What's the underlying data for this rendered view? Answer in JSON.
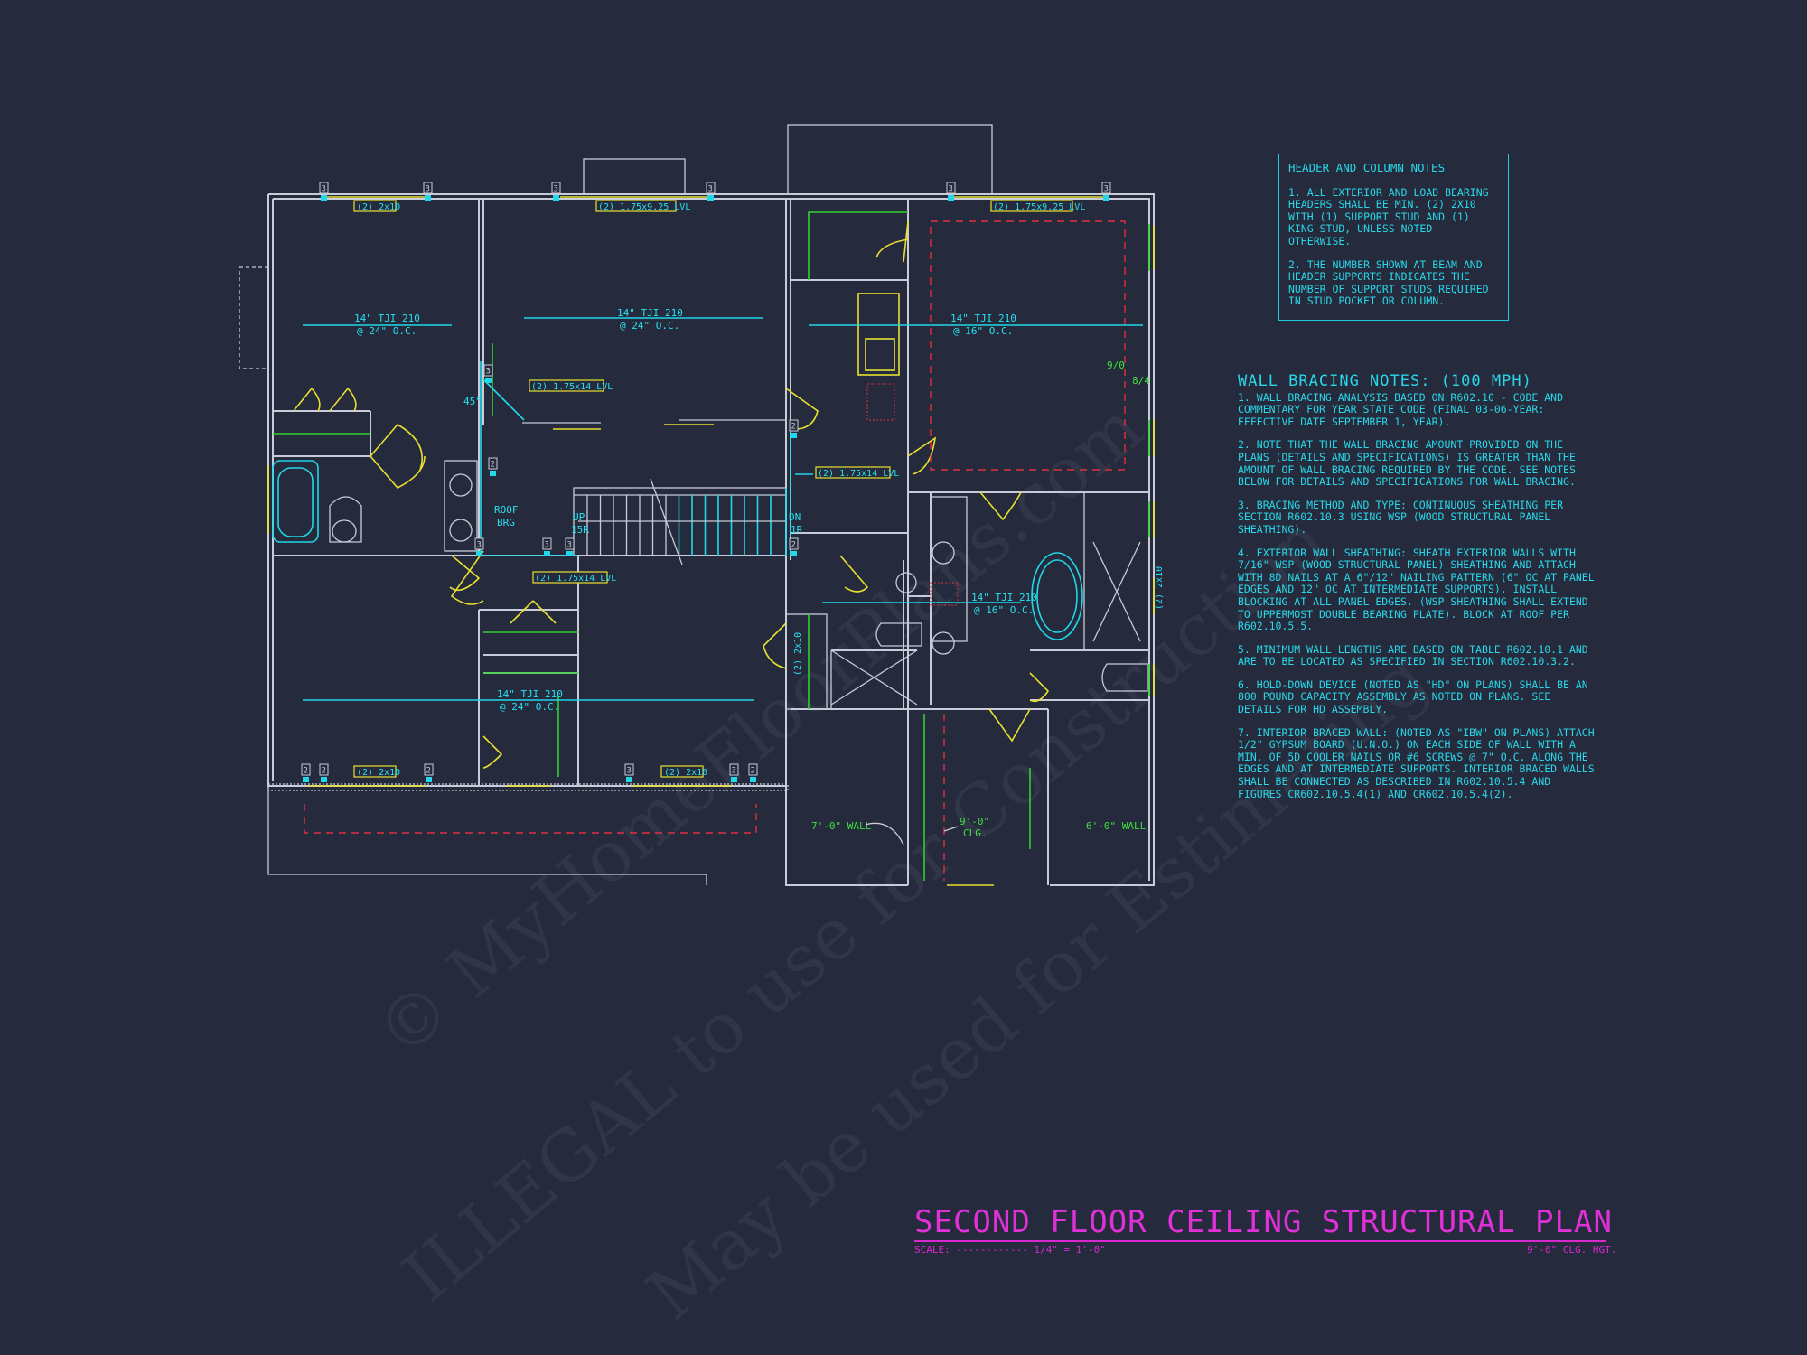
{
  "header_notes": {
    "title": "HEADER AND COLUMN NOTES",
    "items": [
      "1. ALL EXTERIOR AND LOAD BEARING HEADERS SHALL BE MIN. (2) 2x10 WITH (1) SUPPORT STUD AND (1) KING STUD, UNLESS NOTED OTHERWISE.",
      "2. THE NUMBER SHOWN AT BEAM AND HEADER SUPPORTS INDICATES THE NUMBER OF SUPPORT STUDS REQUIRED IN STUD POCKET OR COLUMN."
    ]
  },
  "bracing_notes": {
    "title": "WALL BRACING NOTES: (100 MPH)",
    "items": [
      "1. WALL BRACING ANALYSIS BASED ON R602.10 - CODE AND COMMENTARY FOR YEAR STATE CODE (FINAL 03-06-YEAR: EFFECTIVE DATE SEPTEMBER 1, YEAR).",
      "2. NOTE THAT THE WALL BRACING AMOUNT PROVIDED ON THE PLANS (DETAILS AND SPECIFICATIONS) IS GREATER THAN THE AMOUNT OF WALL BRACING REQUIRED BY THE CODE. SEE NOTES BELOW FOR DETAILS AND SPECIFICATIONS FOR WALL BRACING.",
      "3. BRACING METHOD AND TYPE: CONTINUOUS SHEATHING PER SECTION R602.10.3 USING WSP (WOOD STRUCTURAL PANEL SHEATHING).",
      "4. EXTERIOR WALL SHEATHING: SHEATH EXTERIOR WALLS WITH 7/16\" WSP (WOOD STRUCTURAL PANEL) SHEATHING AND ATTACH WITH 8d NAILS AT A 6\"/12\" NAILING PATTERN (6\" OC AT PANEL EDGES AND 12\" OC AT INTERMEDIATE SUPPORTS). INSTALL BLOCKING AT ALL PANEL EDGES. (WSP SHEATHING SHALL EXTEND TO UPPERMOST DOUBLE BEARING PLATE). BLOCK AT ROOF PER R602.10.5.5.",
      "5. MINIMUM WALL LENGTHS ARE BASED ON TABLE R602.10.1 AND ARE TO BE LOCATED AS SPECIFIED IN SECTION R602.10.3.2.",
      "6. HOLD-DOWN DEVICE (NOTED AS \"HD\" ON PLANS) SHALL BE AN 800 POUND CAPACITY ASSEMBLY AS NOTED ON PLANS. SEE DETAILS FOR HD ASSEMBLY.",
      "7. INTERIOR BRACED WALL: (NOTED AS \"IBW\" ON PLANS) ATTACH 1/2\" GYPSUM BOARD (U.N.O.) ON EACH SIDE OF WALL WITH A MIN. OF 5d COOLER NAILS OR #6 SCREWS @ 7\" O.C. ALONG THE EDGES AND AT INTERMEDIATE SUPPORTS. INTERIOR BRACED WALLS SHALL BE CONNECTED AS DESCRIBED IN R602.10.5.4 AND FIGURES CR602.10.5.4(1) AND CR602.10.5.4(2)."
    ]
  },
  "title_block": {
    "title": "SECOND FLOOR CEILING STRUCTURAL PLAN",
    "scale": "SCALE: ------------ 1/4\" = 1'-0\"",
    "height": "9'-0\" CLG. HGT."
  },
  "plan_labels": {
    "joist_1_a": "14\" TJI 210",
    "joist_1_b": "@ 24\" O.C.",
    "joist_2_a": "14\" TJI 210",
    "joist_2_b": "@ 24\" O.C.",
    "joist_3_a": "14\" TJI 210",
    "joist_3_b": "@ 16\" O.C.",
    "joist_4_a": "14\" TJI 210",
    "joist_4_b": "@ 16\" O.C.",
    "joist_5_a": "14\" TJI 210",
    "joist_5_b": "@ 24\" O.C.",
    "hdr_top_1": "(2) 2x10",
    "hdr_top_2": "(2) 1.75x9.25 LVL",
    "hdr_top_3": "(2) 1.75x9.25 LVL",
    "beam_1": "(2) 1.75x14 LVL",
    "beam_2": "(2) 1.75x14 LVL",
    "beam_3": "(2) 1.75x14 LVL",
    "hdr_bot_1": "(2) 2x10",
    "hdr_bot_2": "(2) 2x10",
    "hdr_side": "(2) 2x10",
    "hdr_vert": "(2) 2x10",
    "roof_brg_a": "ROOF",
    "roof_brg_b": "BRG",
    "stair_up": "UP",
    "stair_up_r": "15R",
    "stair_dn": "DN",
    "stair_dn_r": "1R",
    "angle": "45°",
    "dim_a": "9/0",
    "dim_b": "8/4",
    "wall_7": "7'-0\" WALL",
    "wall_6": "6'-0\" WALL",
    "clg_a": "9'-0\"",
    "clg_b": "CLG.",
    "studs": [
      "3",
      "3",
      "3",
      "3",
      "3",
      "3",
      "3",
      "2",
      "2",
      "3",
      "3",
      "2",
      "3",
      "2",
      "2",
      "2",
      "3",
      "3",
      "2"
    ]
  },
  "watermark": {
    "line1": "© MyHomeFloorPlans.com",
    "line2": "ILLEGAL to use for Construction",
    "line3": "May be used for Estimating"
  }
}
